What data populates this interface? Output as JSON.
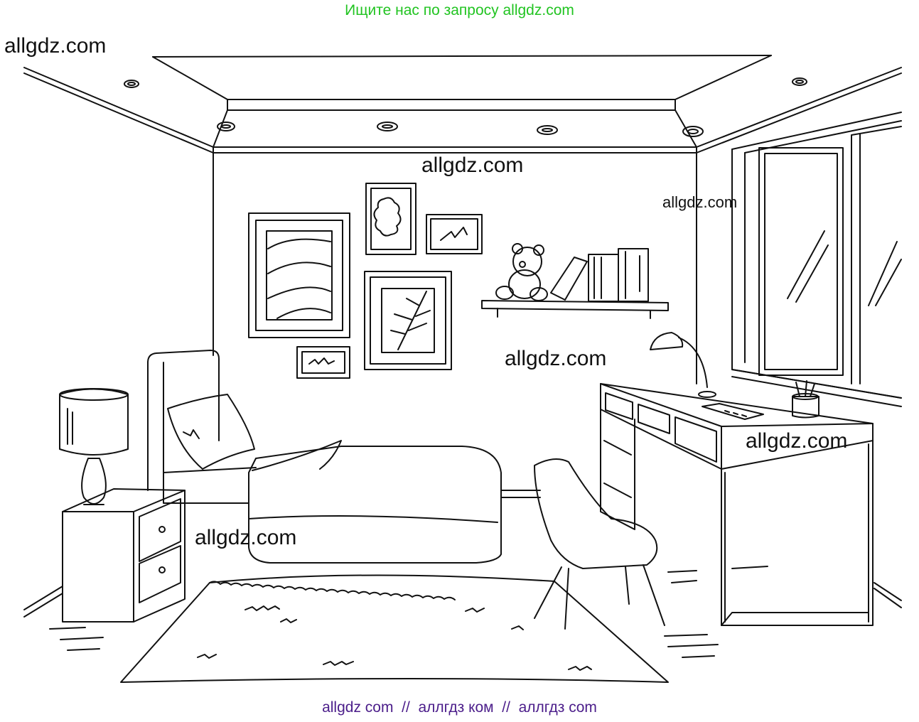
{
  "banner": {
    "top": "Ищите нас по запросу allgdz.com",
    "top_color": "#22c422"
  },
  "footer": {
    "text": "allgdz com  //  аллгдз ком  //  аллгдз com",
    "color": "#4b1d8a"
  },
  "watermarks": {
    "corner": "allgdz.com",
    "wall": "allgdz.com",
    "window": "allgdz.com",
    "center": "allgdz.com",
    "desk": "allgdz.com",
    "nightstand": "allgdz.com"
  },
  "scene": {
    "style": "black line-art coloring illustration",
    "objects": [
      "ceiling-lights-icon",
      "wall-frames-icon",
      "teddy-bear-icon",
      "book-shelf-icon",
      "bed-icon",
      "pillow-icon",
      "nightstand-icon",
      "table-lamp-icon",
      "desk-icon",
      "desk-lamp-icon",
      "pencil-cup-icon",
      "chair-icon",
      "window-icon",
      "rug-icon"
    ]
  }
}
